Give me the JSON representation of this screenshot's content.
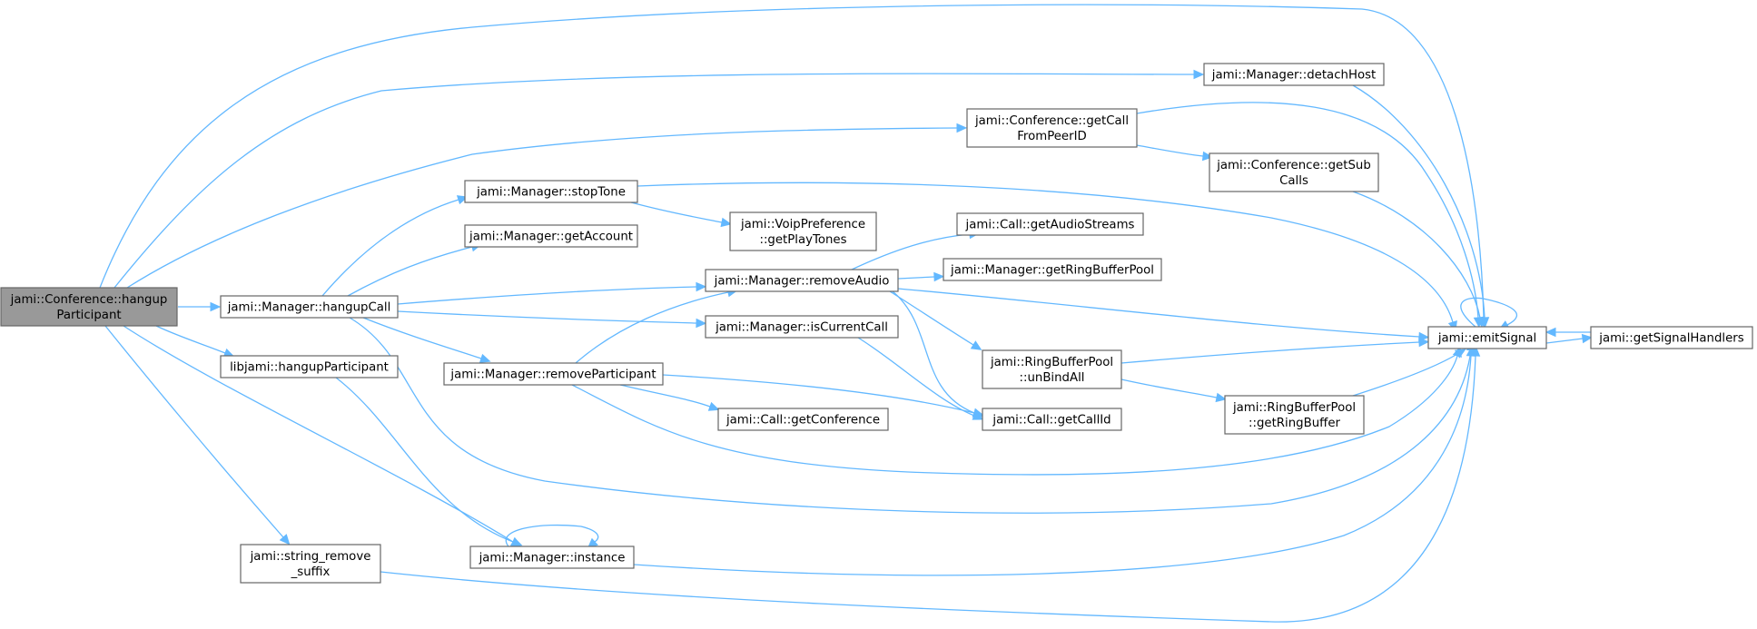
{
  "colors": {
    "edge": "#63b8ff",
    "node_border": "#666666",
    "root_fill": "#999999",
    "node_fill": "#ffffff"
  },
  "nodes": [
    {
      "id": "root",
      "lines": [
        "jami::Conference::hangup",
        "Participant"
      ]
    },
    {
      "id": "hangupCall",
      "lines": [
        "jami::Manager::hangupCall"
      ]
    },
    {
      "id": "libHangupParticipant",
      "lines": [
        "libjami::hangupParticipant"
      ]
    },
    {
      "id": "stringRemoveSuffix",
      "lines": [
        "jami::string_remove",
        "_suffix"
      ]
    },
    {
      "id": "stopTone",
      "lines": [
        "jami::Manager::stopTone"
      ]
    },
    {
      "id": "getAccount",
      "lines": [
        "jami::Manager::getAccount"
      ]
    },
    {
      "id": "removeParticipant",
      "lines": [
        "jami::Manager::removeParticipant"
      ]
    },
    {
      "id": "instance",
      "lines": [
        "jami::Manager::instance"
      ]
    },
    {
      "id": "getPlayTones",
      "lines": [
        "jami::VoipPreference",
        "::getPlayTones"
      ]
    },
    {
      "id": "removeAudio",
      "lines": [
        "jami::Manager::removeAudio"
      ]
    },
    {
      "id": "isCurrentCall",
      "lines": [
        "jami::Manager::isCurrentCall"
      ]
    },
    {
      "id": "getConference",
      "lines": [
        "jami::Call::getConference"
      ]
    },
    {
      "id": "getCallFromPeerID",
      "lines": [
        "jami::Conference::getCall",
        "FromPeerID"
      ]
    },
    {
      "id": "getAudioStreams",
      "lines": [
        "jami::Call::getAudioStreams"
      ]
    },
    {
      "id": "getRingBufferPool",
      "lines": [
        "jami::Manager::getRingBufferPool"
      ]
    },
    {
      "id": "unBindAll",
      "lines": [
        "jami::RingBufferPool",
        "::unBindAll"
      ]
    },
    {
      "id": "getCallId",
      "lines": [
        "jami::Call::getCallId"
      ]
    },
    {
      "id": "detachHost",
      "lines": [
        "jami::Manager::detachHost"
      ]
    },
    {
      "id": "getSubCalls",
      "lines": [
        "jami::Conference::getSub",
        "Calls"
      ]
    },
    {
      "id": "getRingBuffer",
      "lines": [
        "jami::RingBufferPool",
        "::getRingBuffer"
      ]
    },
    {
      "id": "emitSignal",
      "lines": [
        "jami::emitSignal"
      ]
    },
    {
      "id": "getSignalHandlers",
      "lines": [
        "jami::getSignalHandlers"
      ]
    }
  ],
  "edges": [
    [
      "root",
      "hangupCall"
    ],
    [
      "root",
      "libHangupParticipant"
    ],
    [
      "root",
      "stringRemoveSuffix"
    ],
    [
      "root",
      "instance"
    ],
    [
      "root",
      "getCallFromPeerID"
    ],
    [
      "root",
      "detachHost"
    ],
    [
      "root",
      "emitSignal"
    ],
    [
      "hangupCall",
      "stopTone"
    ],
    [
      "hangupCall",
      "getAccount"
    ],
    [
      "hangupCall",
      "removeParticipant"
    ],
    [
      "hangupCall",
      "removeAudio"
    ],
    [
      "hangupCall",
      "isCurrentCall"
    ],
    [
      "hangupCall",
      "emitSignal"
    ],
    [
      "libHangupParticipant",
      "instance"
    ],
    [
      "stringRemoveSuffix",
      "emitSignal"
    ],
    [
      "stopTone",
      "getPlayTones"
    ],
    [
      "stopTone",
      "emitSignal"
    ],
    [
      "removeParticipant",
      "removeAudio"
    ],
    [
      "removeParticipant",
      "getConference"
    ],
    [
      "removeParticipant",
      "getCallId"
    ],
    [
      "removeParticipant",
      "emitSignal"
    ],
    [
      "instance",
      "instance"
    ],
    [
      "instance",
      "emitSignal"
    ],
    [
      "removeAudio",
      "getAudioStreams"
    ],
    [
      "removeAudio",
      "getRingBufferPool"
    ],
    [
      "removeAudio",
      "unBindAll"
    ],
    [
      "removeAudio",
      "getCallId"
    ],
    [
      "removeAudio",
      "emitSignal"
    ],
    [
      "isCurrentCall",
      "getCallId"
    ],
    [
      "getCallFromPeerID",
      "getSubCalls"
    ],
    [
      "getCallFromPeerID",
      "emitSignal"
    ],
    [
      "unBindAll",
      "getRingBuffer"
    ],
    [
      "unBindAll",
      "emitSignal"
    ],
    [
      "detachHost",
      "emitSignal"
    ],
    [
      "getSubCalls",
      "emitSignal"
    ],
    [
      "getRingBuffer",
      "emitSignal"
    ],
    [
      "emitSignal",
      "emitSignal"
    ],
    [
      "emitSignal",
      "getSignalHandlers"
    ],
    [
      "getSignalHandlers",
      "emitSignal"
    ]
  ]
}
